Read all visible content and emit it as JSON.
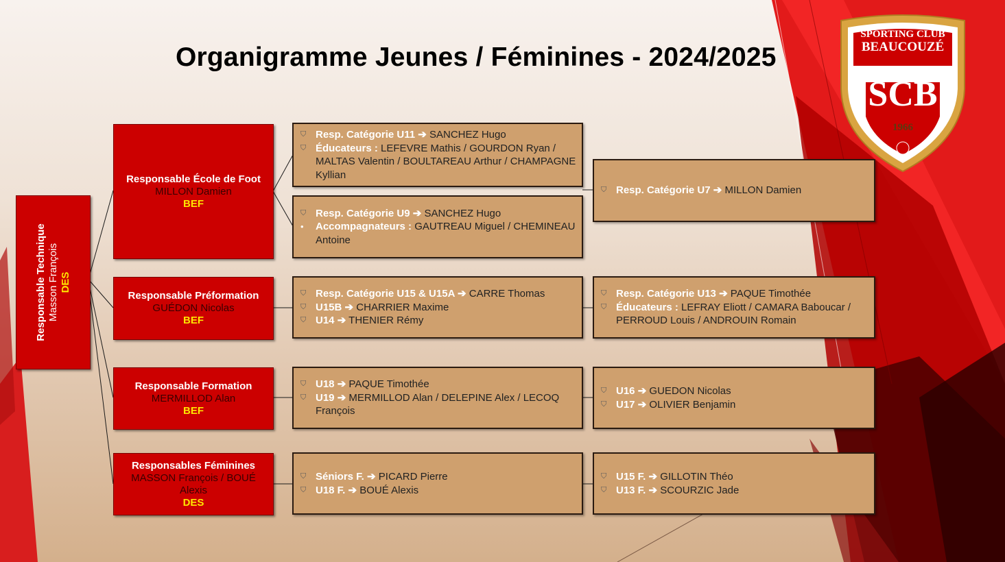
{
  "title": "Organigramme Jeunes / Féminines - 2024/2025",
  "logo": {
    "top": "Sporting Club",
    "middle": "Beaucouzé",
    "monogram": "SCB",
    "year": "1966"
  },
  "technical": {
    "role": "Responsable Technique",
    "name": "Masson François",
    "diploma": "DES"
  },
  "managers": [
    {
      "role": "Responsable École de Foot",
      "name": "MILLON Damien",
      "diploma": "BEF"
    },
    {
      "role": "Responsable Préformation",
      "name": "GUÉDON Nicolas",
      "diploma": "BEF"
    },
    {
      "role": "Responsable Formation",
      "name": "MERMILLOD Alan",
      "diploma": "BEF"
    },
    {
      "role": "Responsables Féminines",
      "name": "MASSON François / BOUÉ Alexis",
      "diploma": "DES"
    }
  ],
  "boxes": {
    "u11": [
      {
        "key": "Resp. Catégorie U11 ",
        "arrow": "➔",
        "value": " SANCHEZ Hugo"
      },
      {
        "key": "Éducateurs : ",
        "arrow": "",
        "value": "LEFEVRE Mathis / GOURDON Ryan / MALTAS Valentin / BOULTAREAU Arthur / CHAMPAGNE Kyllian"
      }
    ],
    "u9": [
      {
        "key": "Resp. Catégorie U9 ",
        "arrow": "➔",
        "value": " SANCHEZ Hugo"
      },
      {
        "key": "Accompagnateurs : ",
        "arrow": "",
        "value": "GAUTREAU Miguel / CHEMINEAU Antoine"
      }
    ],
    "u7": [
      {
        "key": "Resp. Catégorie U7 ",
        "arrow": "➔",
        "value": " MILLON Damien"
      }
    ],
    "u15": [
      {
        "key": "Resp. Catégorie U15 & U15A ",
        "arrow": "➔",
        "value": " CARRE Thomas"
      },
      {
        "key": "U15B ",
        "arrow": "➔",
        "value": " CHARRIER Maxime"
      },
      {
        "key": "U14 ",
        "arrow": "➔",
        "value": " THENIER Rémy"
      }
    ],
    "u13": [
      {
        "key": "Resp. Catégorie U13 ",
        "arrow": "➔",
        "value": " PAQUE Timothée"
      },
      {
        "key": "Éducateurs : ",
        "arrow": "",
        "value": "LEFRAY Eliott / CAMARA Baboucar / PERROUD Louis / ANDROUIN Romain"
      }
    ],
    "u18": [
      {
        "key": "U18 ",
        "arrow": "➔",
        "value": " PAQUE Timothée"
      },
      {
        "key": "U19 ",
        "arrow": "➔",
        "value": " MERMILLOD Alan / DELEPINE Alex / LECOQ François"
      }
    ],
    "u16": [
      {
        "key": "U16 ",
        "arrow": "➔",
        "value": " GUEDON Nicolas"
      },
      {
        "key": "U17 ",
        "arrow": "➔",
        "value": " OLIVIER Benjamin"
      }
    ],
    "seniorsF": [
      {
        "key": "Séniors F. ",
        "arrow": "➔",
        "value": " PICARD Pierre"
      },
      {
        "key": "U18 F. ",
        "arrow": "➔",
        "value": " BOUÉ Alexis"
      }
    ],
    "u15F": [
      {
        "key": "U15 F. ",
        "arrow": "➔",
        "value": " GILLOTIN Théo"
      },
      {
        "key": "U13 F. ",
        "arrow": "➔",
        "value": " SCOURZIC Jade"
      }
    ]
  },
  "bullets": {
    "shield": "shield-bullet-icon",
    "dot": "dot-bullet-icon"
  },
  "colors": {
    "red_box": "#cc0000",
    "tan_box": "#cfa06e",
    "diploma": "#ffe600",
    "key_text": "#ffffff"
  }
}
